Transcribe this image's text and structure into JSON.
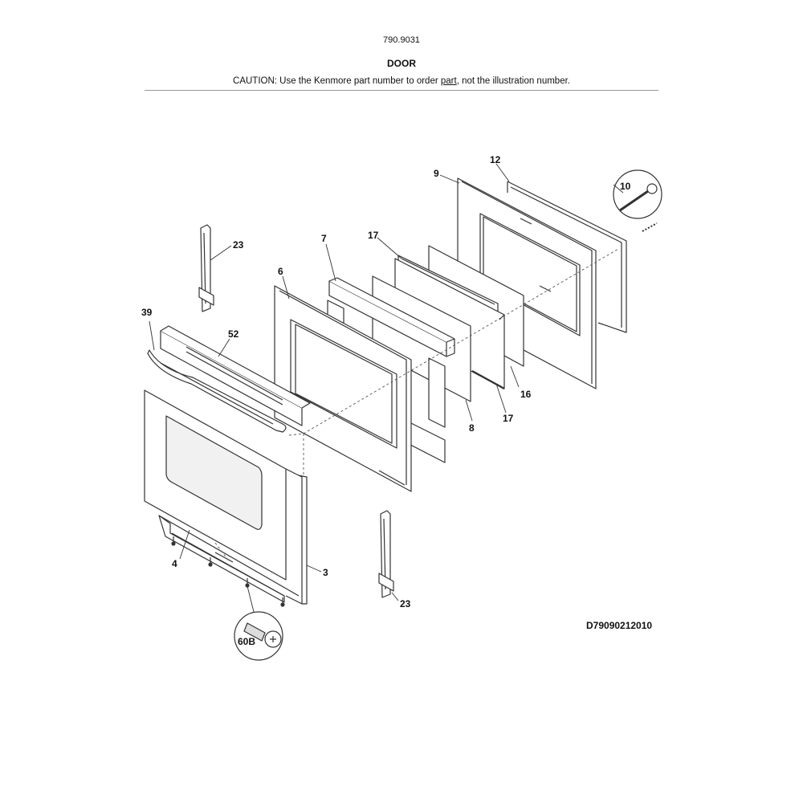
{
  "header": {
    "model_number": "790.9031",
    "section_title": "DOOR",
    "caution_prefix": "CAUTION: Use the Kenmore part number to order ",
    "caution_link": "part",
    "caution_suffix": ", not the illustration number."
  },
  "callouts": {
    "c3": "3",
    "c4": "4",
    "c6": "6",
    "c7": "7",
    "c8": "8",
    "c9": "9",
    "c10": "10",
    "c12": "12",
    "c16": "16",
    "c17a": "17",
    "c17b": "17",
    "c23a": "23",
    "c23b": "23",
    "c39": "39",
    "c52": "52",
    "c60b": "60B"
  },
  "drawing_id": "D79090212010"
}
